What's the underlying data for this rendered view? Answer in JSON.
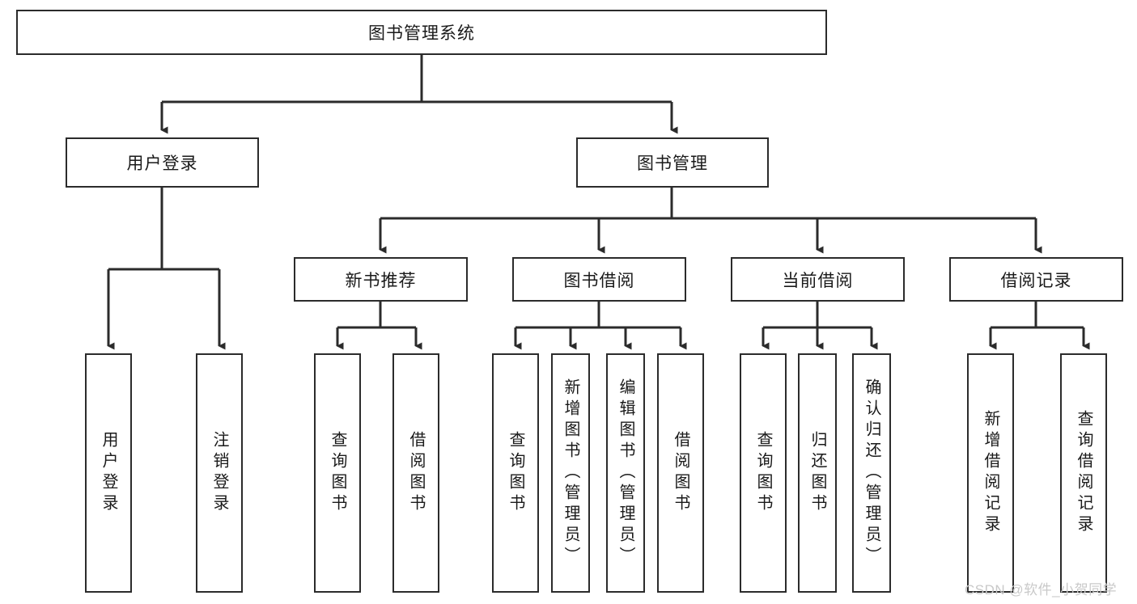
{
  "diagram": {
    "title": "图书管理系统",
    "type": "tree-hierarchy",
    "watermark": "CSDN @软件_小贺同学",
    "colors": {
      "box_border": "#2b2b2b",
      "box_fill": "#ffffff",
      "connector": "#2b2b2b",
      "text": "#1a1a1a",
      "watermark": "#c9c9c9"
    },
    "root": {
      "label": "图书管理系统"
    },
    "level1": [
      {
        "label": "用户登录"
      },
      {
        "label": "图书管理"
      }
    ],
    "level2": [
      {
        "label": "新书推荐"
      },
      {
        "label": "图书借阅"
      },
      {
        "label": "当前借阅"
      },
      {
        "label": "借阅记录"
      }
    ],
    "leaves": {
      "user_login": [
        {
          "label": "用户登录"
        },
        {
          "label": "注销登录"
        }
      ],
      "new_book_recommend": [
        {
          "label": "查询图书"
        },
        {
          "label": "借阅图书"
        }
      ],
      "book_borrow": [
        {
          "label": "查询图书"
        },
        {
          "label": "新增图书（管理员）"
        },
        {
          "label": "编辑图书（管理员）"
        },
        {
          "label": "借阅图书"
        }
      ],
      "current_borrow": [
        {
          "label": "查询图书"
        },
        {
          "label": "归还图书"
        },
        {
          "label": "确认归还（管理员）"
        }
      ],
      "borrow_record": [
        {
          "label": "新增借阅记录"
        },
        {
          "label": "查询借阅记录"
        }
      ]
    }
  }
}
